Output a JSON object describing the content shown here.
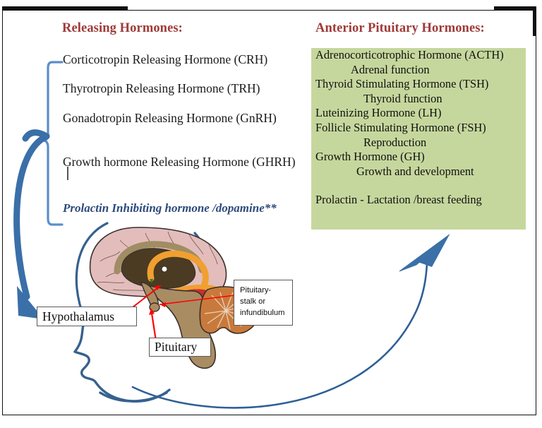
{
  "slide": {
    "left_column": {
      "heading": "Releasing Hormones:",
      "items": [
        "Corticotropin Releasing Hormone (CRH)",
        "Thyrotropin Releasing Hormone (TRH)",
        "Gonadotropin Releasing Hormone (GnRH)",
        "Growth hormone Releasing Hormone (GHRH)",
        "Prolactin Inhibiting hormone /dopamine**"
      ]
    },
    "right_column": {
      "heading": "Anterior Pituitary Hormones:",
      "lines": [
        "Adrenocorticotrophic Hormone (ACTH)",
        "Adrenal function",
        "Thyroid Stimulating Hormone (TSH)",
        "Thyroid function",
        "Luteinizing Hormone (LH)",
        "Follicle Stimulating Hormone (FSH)",
        "Reproduction",
        "Growth Hormone (GH)",
        "Growth and development",
        "Prolactin - Lactation /breast feeding"
      ]
    },
    "diagram": {
      "labels": {
        "hypothalamus": "Hypothalamus",
        "pituitary": "Pituitary",
        "stalk_line1": "Pituitary-",
        "stalk_line2": "stalk or",
        "stalk_line3": "infundibulum"
      }
    },
    "colors": {
      "heading_red": "#9F3A38",
      "green_box": "#C6D79D",
      "arrow_blue": "#3A6FA8",
      "brace_blue": "#5B8FC9",
      "italic_blue": "#2E4A7D",
      "pointer_red": "#FF0000",
      "brain_cortex": "#E3BDBC",
      "brain_stem": "#A98C62",
      "cerebellum": "#C87A3C",
      "corpus_callosum": "#F0A030",
      "ventricle_dark": "#4A3B22"
    }
  }
}
